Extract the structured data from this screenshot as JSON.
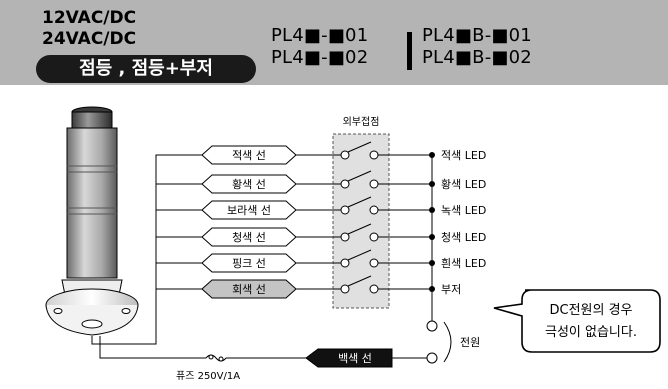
{
  "header": {
    "voltage_1": "12VAC/DC",
    "voltage_2": "24VAC/DC",
    "mode_label": "점등 , 점등+부저",
    "model_1a": "PL4■-■01",
    "model_1b": "PL4■-■02",
    "model_2a": "PL4■B-■01",
    "model_2b": "PL4■B-■02"
  },
  "diagram": {
    "contact_box_title": "외부접점",
    "wires": [
      {
        "wire": "적색 선",
        "output": "적색 LED"
      },
      {
        "wire": "황색 선",
        "output": "황색 LED"
      },
      {
        "wire": "보라색 선",
        "output": "녹색 LED"
      },
      {
        "wire": "청색 선",
        "output": "청색 LED"
      },
      {
        "wire": "핑크 선",
        "output": "흰색 LED"
      },
      {
        "wire": "회색 선",
        "output": "부저"
      }
    ],
    "power_label": "전원",
    "common_wire": "백색 선",
    "fuse_label": "퓨즈 250V/1A",
    "note_line_1": "DC전원의 경우",
    "note_line_2": "극성이 없습니다."
  }
}
